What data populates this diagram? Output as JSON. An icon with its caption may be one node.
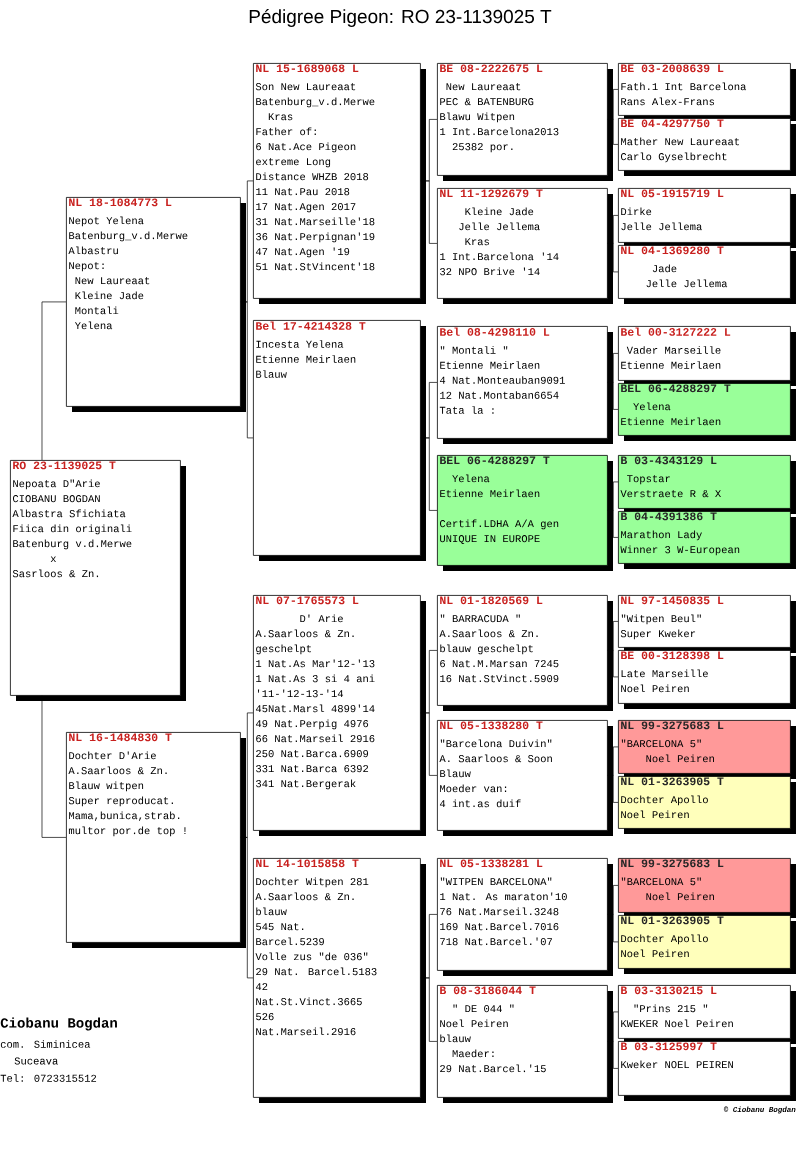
{
  "diagram": {
    "title": "Pédigree Pigeon: RO  23-1139025 T",
    "nodes": [
      {
        "text": [
          "RO  23-1139025 T",
          "Nepoata D\"Arie",
          "CIOBANU BOGDAN",
          "Albastra Sfichiata",
          "Fiica din originali",
          "Batenburg v.d.Merwe",
          "x",
          "Sasrloos & Zn."
        ]
      },
      {
        "text": [
          "NL  18-1084773 L",
          "Nepot Yelena",
          "Batenburg_v.d.Merwe",
          "Albastru",
          "Nepot:",
          "New Laureaat",
          "Kleine Jade",
          "Montali",
          "Yelena"
        ]
      },
      {
        "text": [
          "NL  16-1484830 T",
          "Dochter D'Arie",
          "A.Saarloos & Zn.",
          "Blauw witpen",
          "Super reproducat.",
          "Mama,bunica,strab.",
          "multor por.de top !"
        ]
      },
      {
        "text": [
          "NL  15-1689068 L",
          "Son New Laureaat",
          "Batenburg_v.d.Merwe",
          "Kras",
          "Father of:",
          "6 Nat.Ace Pigeon",
          "extreme Long",
          "Distance WHZB 2018",
          "11 Nat.Pau 2018",
          "17 Nat.Agen 2017",
          "31 Nat.Marseille'18",
          "36 Nat.Perpignan'19",
          "47 Nat.Agen '19",
          "51 Nat.StVincent'18"
        ]
      },
      {
        "text": [
          "Bel 17-4214328 T",
          "Incesta Yelena",
          "Etienne Meirlaen",
          "Blauw"
        ]
      },
      {
        "text": [
          "NL  07-1765573 L",
          "D' Arie",
          "A.Saarloos & Zn.",
          "geschelpt",
          "1 Nat.As Mar'12-'13",
          "1 Nat.As 3 si 4 ani",
          "'11-'12-13-'14",
          "45Nat.Marsl 4899'14",
          "49 Nat.Perpig 4976",
          "66 Nat.Marseil 2916",
          "250 Nat.Barca.6909",
          "331 Nat.Barca 6392",
          "341 Nat.Bergerak"
        ]
      },
      {
        "text": [
          "NL  14-1015858 T",
          "Dochter Witpen 281",
          "A.Saarloos & Zn.",
          "blauw",
          "545 Nat.",
          "Barcel.5239",
          "Volle zus \"de 036\"",
          "29 Nat. Barcel.5183",
          "42",
          "Nat.St.Vinct.3665",
          "526",
          "Nat.Marseil.2916"
        ]
      },
      {
        "text": [
          "BE   08-2222675 L",
          "New Laureaat",
          "PEC & BATENBURG",
          "Blawu Witpen",
          "1 Int.Barcelona2013",
          "25382 por."
        ]
      },
      {
        "text": [
          "NL   11-1292679 T",
          "Kleine Jade",
          "Jelle Jellema",
          "Kras",
          "1 Int.Barcelona '14",
          "32 NPO Brive '14"
        ]
      },
      {
        "text": [
          "Bel 08-4298110 L",
          "\" Montali \"",
          "Etienne Meirlaen",
          "4 Nat.Monteauban9091",
          "12 Nat.Montaban6654",
          "Tata la :"
        ]
      },
      {
        "text": [
          "BEL 06-4288297 T",
          "Yelena",
          "Etienne Meirlaen",
          "Certif.LDHA A/A gen",
          "UNIQUE IN EUROPE"
        ]
      },
      {
        "text": [
          "NL   01-1820569 L",
          "\" BARRACUDA \"",
          "A.Saarloos & Zn.",
          "blauw geschelpt",
          "6 Nat.M.Marsan 7245",
          "16 Nat.StVinct.5909"
        ]
      },
      {
        "text": [
          "NL   05-1338280 T",
          "\"Barcelona Duivin\"",
          "A. Saarloos & Soon",
          "Blauw",
          "Moeder van:",
          "4 int.as duif"
        ]
      },
      {
        "text": [
          "NL   05-1338281 L",
          "\"WITPEN BARCELONA\"",
          "1 Nat. As maraton'10",
          "76 Nat.Marseil.3248",
          "169 Nat.Barcel.7016",
          "718 Nat.Barcel.'07"
        ]
      },
      {
        "text": [
          "B    08-3186044 T",
          "\" DE 044 \"",
          "Noel Peiren",
          "blauw",
          "Maeder:",
          "29 Nat.Barcel.'15"
        ]
      },
      {
        "text": [
          "BE   03-2008639 L",
          "Fath.1 Int Barcelona",
          "Rans Alex-Frans"
        ]
      },
      {
        "text": [
          "BE   04-4297750 T",
          "Mather New Laureaat",
          "Carlo Gyselbrecht"
        ]
      },
      {
        "text": [
          "NL   05-1915719 L",
          "Dirke",
          "Jelle Jellema"
        ]
      },
      {
        "text": [
          "NL   04-1369280 T",
          "Jade",
          "Jelle Jellema"
        ]
      },
      {
        "text": [
          "Bel 00-3127222 L",
          "Vader Marseille",
          "Etienne Meirlaen"
        ]
      },
      {
        "text": [
          "BEL 06-4288297 T",
          "Yelena",
          "Etienne Meirlaen"
        ]
      },
      {
        "text": [
          "B    03-4343129 L",
          "Topstar",
          "Verstraete R & X"
        ]
      },
      {
        "text": [
          "B    04-4391386 T",
          "Marathon Lady",
          "Winner 3 W-European"
        ]
      },
      {
        "text": [
          "NL   97-1450835 L",
          "\"Witpen Beul\"",
          "Super Kweker"
        ]
      },
      {
        "text": [
          "BE   00-3128398 L",
          "Late Marseille",
          "Noel Peiren"
        ]
      },
      {
        "text": [
          "NL   99-3275683 L",
          "\"BARCELONA 5\"",
          "Noel Peiren"
        ]
      },
      {
        "text": [
          "NL   01-3263905 T",
          "Dochter Apollo",
          "Noel Peiren"
        ]
      },
      {
        "text": [
          "NL   99-3275683 L",
          "\"BARCELONA 5\"",
          "Noel Peiren"
        ]
      },
      {
        "text": [
          "NL   01-3263905 T",
          "Dochter Apollo",
          "Noel Peiren"
        ]
      },
      {
        "text": [
          "B    03-3130215 L",
          "\"Prins 215 \"",
          "KWEKER Noel Peiren"
        ]
      },
      {
        "text": [
          "B    03-3125997 T",
          "Kweker NOEL PEIREN"
        ]
      }
    ],
    "edges": [
      {
        "from": 0,
        "to": 1,
        "arrow": "none"
      },
      {
        "from": 0,
        "to": 2,
        "arrow": "none"
      },
      {
        "from": 1,
        "to": 3,
        "arrow": "none"
      },
      {
        "from": 1,
        "to": 4,
        "arrow": "none"
      },
      {
        "from": 2,
        "to": 5,
        "arrow": "none"
      },
      {
        "from": 2,
        "to": 6,
        "arrow": "none"
      },
      {
        "from": 3,
        "to": 7,
        "arrow": "none"
      },
      {
        "from": 3,
        "to": 8,
        "arrow": "none"
      },
      {
        "from": 4,
        "to": 9,
        "arrow": "none"
      },
      {
        "from": 4,
        "to": 10,
        "arrow": "none"
      },
      {
        "from": 5,
        "to": 11,
        "arrow": "none"
      },
      {
        "from": 5,
        "to": 12,
        "arrow": "none"
      },
      {
        "from": 6,
        "to": 13,
        "arrow": "none"
      },
      {
        "from": 6,
        "to": 14,
        "arrow": "none"
      },
      {
        "from": 7,
        "to": 15,
        "arrow": "none"
      },
      {
        "from": 7,
        "to": 16,
        "arrow": "none"
      },
      {
        "from": 8,
        "to": 17,
        "arrow": "none"
      },
      {
        "from": 8,
        "to": 18,
        "arrow": "none"
      },
      {
        "from": 9,
        "to": 19,
        "arrow": "none"
      },
      {
        "from": 9,
        "to": 20,
        "arrow": "none"
      },
      {
        "from": 10,
        "to": 21,
        "arrow": "none"
      },
      {
        "from": 10,
        "to": 22,
        "arrow": "none"
      },
      {
        "from": 11,
        "to": 23,
        "arrow": "none"
      },
      {
        "from": 11,
        "to": 24,
        "arrow": "none"
      },
      {
        "from": 12,
        "to": 25,
        "arrow": "none"
      },
      {
        "from": 12,
        "to": 26,
        "arrow": "none"
      },
      {
        "from": 13,
        "to": 27,
        "arrow": "none"
      },
      {
        "from": 13,
        "to": 28,
        "arrow": "none"
      },
      {
        "from": 14,
        "to": 29,
        "arrow": "none"
      },
      {
        "from": 14,
        "to": 30,
        "arrow": "none"
      }
    ],
    "labels": [
      "Ciobanu Bogdan",
      "com. Siminicea",
      "Suceava",
      "Tel: 0723315512",
      "© Ciobanu Bogdan"
    ]
  }
}
